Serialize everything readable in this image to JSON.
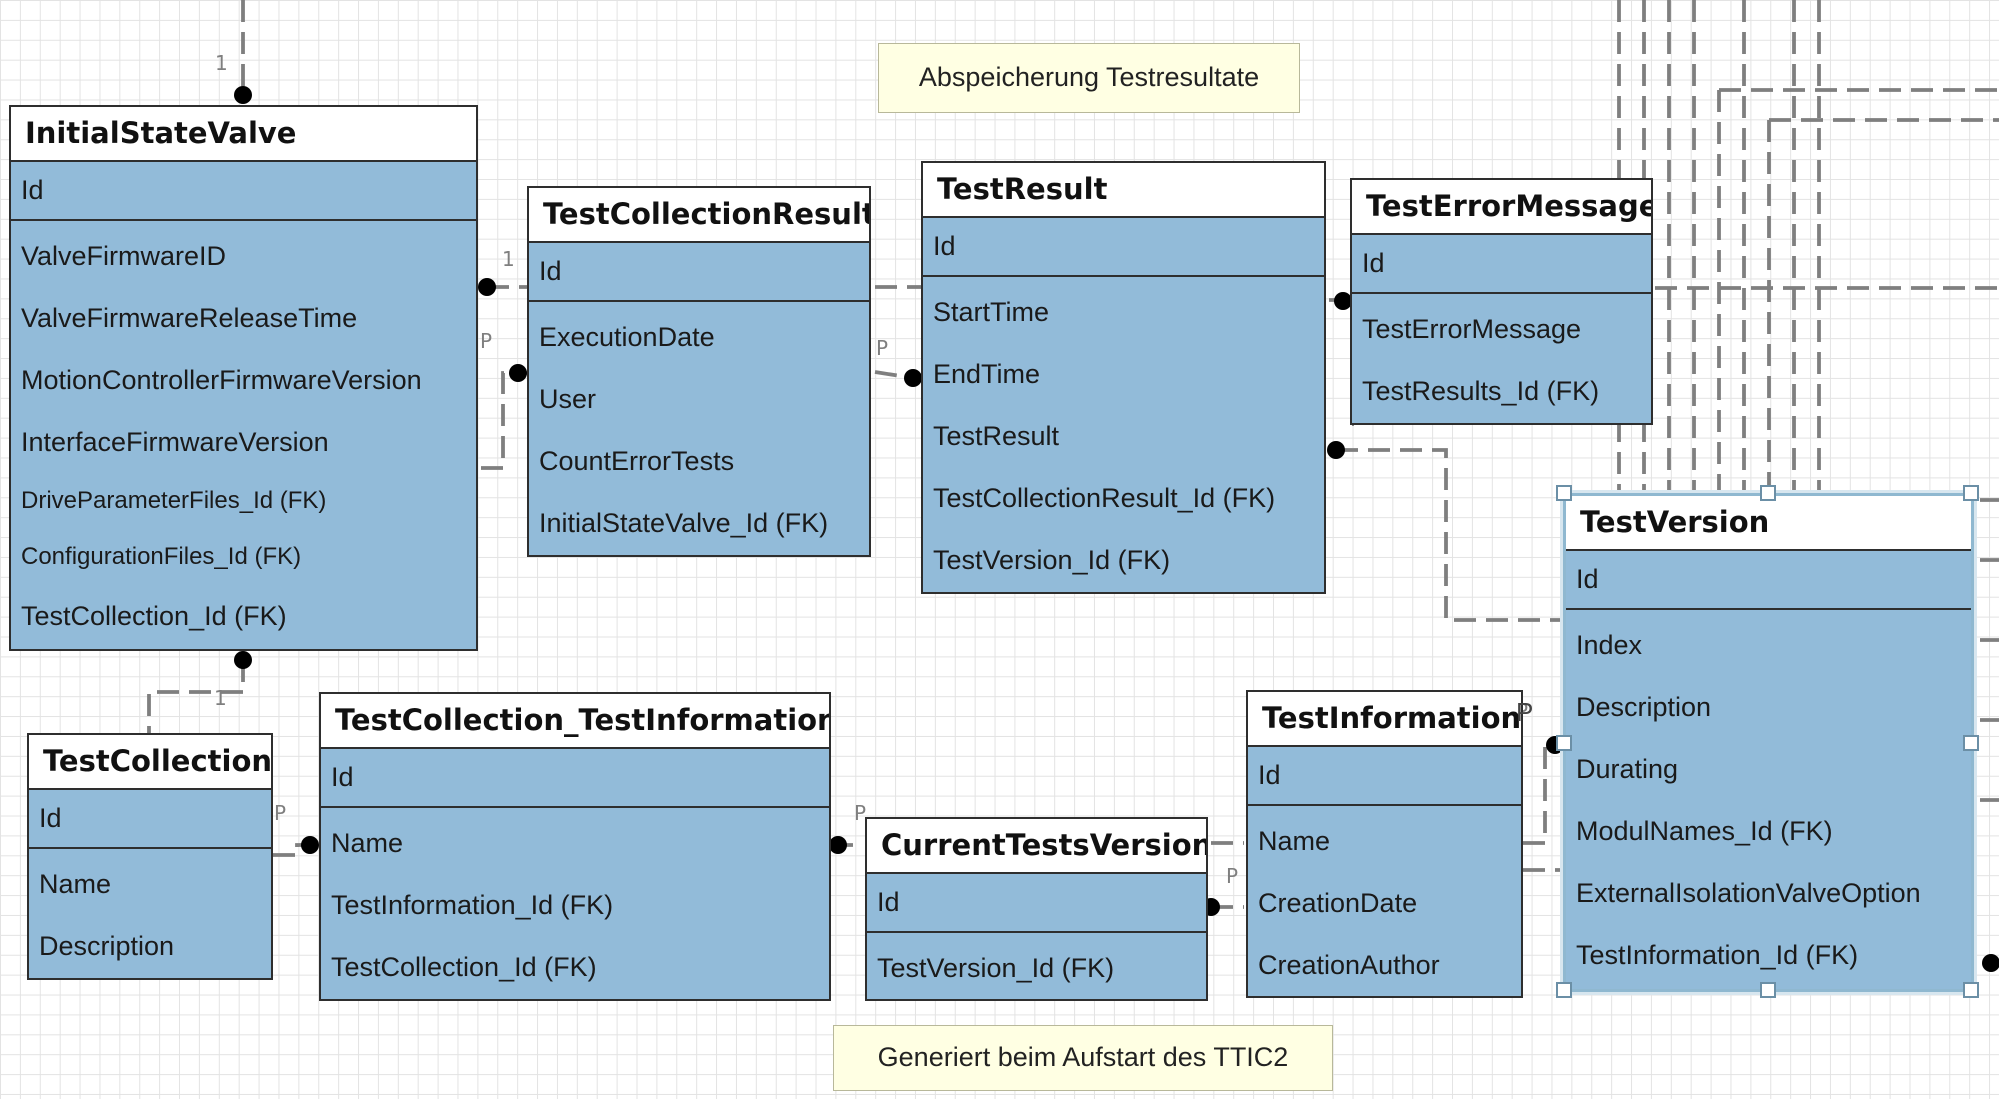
{
  "notes": {
    "top": "Abspeicherung Testresultate",
    "bottom": "Generiert beim Aufstart des TTIC2"
  },
  "entities": {
    "initial_state_valve": {
      "title": "InitialStateValve",
      "key": "Id",
      "fields": [
        "ValveFirmwareID",
        "ValveFirmwareReleaseTime",
        "MotionControllerFirmwareVersion",
        "InterfaceFirmwareVersion",
        "DriveParameterFiles_Id (FK)",
        "ConfigurationFiles_Id (FK)",
        "TestCollection_Id (FK)"
      ]
    },
    "test_collection_result": {
      "title": "TestCollectionResult",
      "key": "Id",
      "fields": [
        "ExecutionDate",
        "User",
        "CountErrorTests",
        "InitialStateValve_Id (FK)"
      ]
    },
    "test_result": {
      "title": "TestResult",
      "key": "Id",
      "fields": [
        "StartTime",
        "EndTime",
        "TestResult",
        "TestCollectionResult_Id (FK)",
        "TestVersion_Id (FK)"
      ]
    },
    "test_error_message": {
      "title": "TestErrorMessage",
      "key": "Id",
      "fields": [
        "TestErrorMessage",
        "TestResults_Id (FK)"
      ]
    },
    "test_version": {
      "title": "TestVersion",
      "key": "Id",
      "fields": [
        "Index",
        "Description",
        "Durating",
        "ModulNames_Id (FK)",
        "ExternalIsolationValveOption",
        "TestInformation_Id (FK)"
      ]
    },
    "test_collection": {
      "title": "TestCollection",
      "key": "Id",
      "fields": [
        "Name",
        "Description"
      ]
    },
    "test_collection_test_information": {
      "title": "TestCollection_TestInformation",
      "key": "Id",
      "fields": [
        "Name",
        "TestInformation_Id (FK)",
        "TestCollection_Id (FK)"
      ]
    },
    "current_tests_version": {
      "title": "CurrentTestsVersion",
      "key": "Id",
      "fields": [
        "TestVersion_Id (FK)"
      ]
    },
    "test_information": {
      "title": "TestInformation",
      "key": "Id",
      "fields": [
        "Name",
        "CreationDate",
        "CreationAuthor"
      ]
    }
  },
  "cardinality_labels": {
    "one": "1",
    "many": "P"
  }
}
